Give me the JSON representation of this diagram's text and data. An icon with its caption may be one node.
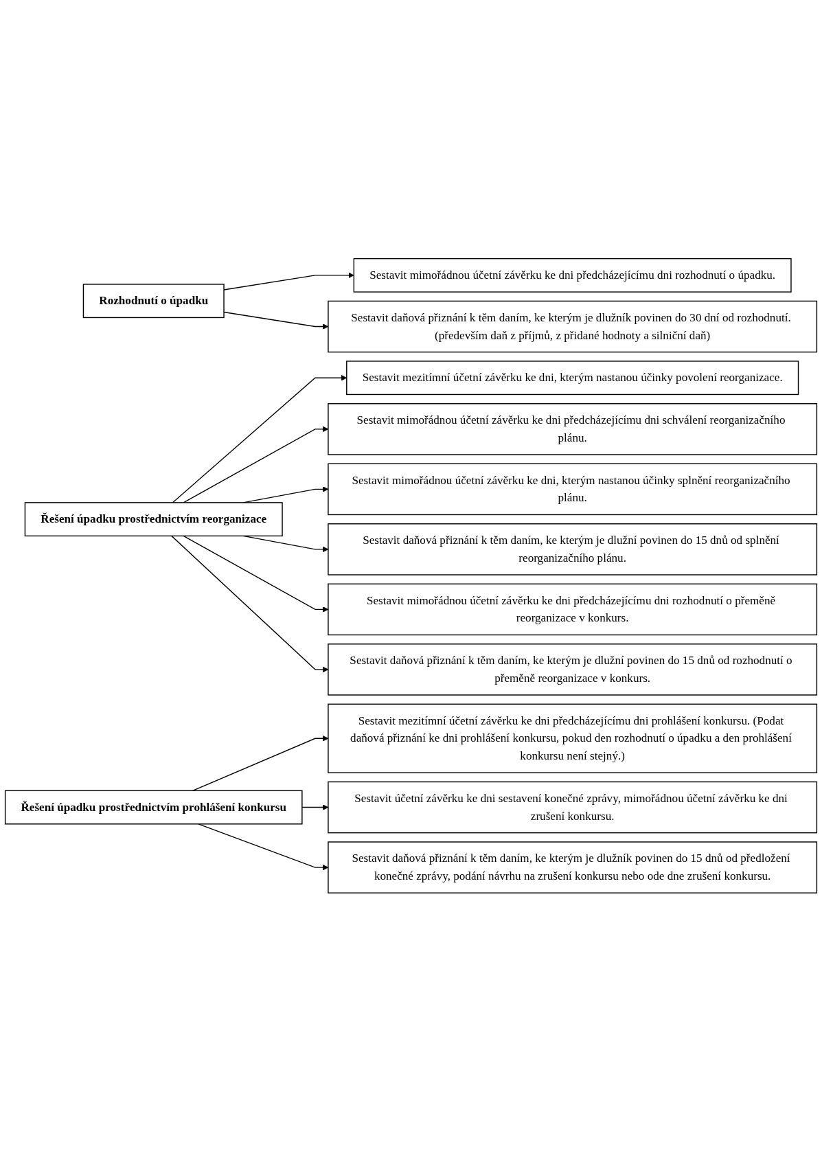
{
  "diagram": {
    "nodes": [
      {
        "text": [
          "Rozhodnutí o úpadku"
        ]
      },
      {
        "text": [
          "Sestavit mimořádnou účetní závěrku ke dni předcházejícímu dni rozhodnutí o úpadku."
        ]
      },
      {
        "text": [
          "Sestavit daňová přiznání k těm daním, ke kterým je dlužník povinen do 30 dní od rozhodnutí. (především daň z příjmů, z přidané hodnoty a silniční daň)"
        ]
      },
      {
        "text": [
          "Řešení úpadku prostřednictvím reorganizace"
        ]
      },
      {
        "text": [
          "Sestavit mezitímní účetní závěrku ke dni, kterým nastanou účinky povolení reorganizace."
        ]
      },
      {
        "text": [
          "Sestavit mimořádnou účetní závěrku ke dni předcházejícímu dni schválení reorganizačního plánu."
        ]
      },
      {
        "text": [
          "Sestavit mimořádnou účetní závěrku ke dni, kterým nastanou účinky splnění reorganizačního plánu."
        ]
      },
      {
        "text": [
          "Sestavit daňová přiznání k těm daním, ke kterým je dlužní povinen do 15 dnů od splnění reorganizačního plánu."
        ]
      },
      {
        "text": [
          "Sestavit mimořádnou účetní závěrku ke dni předcházejícímu dni rozhodnutí o přeměně reorganizace v konkurs."
        ]
      },
      {
        "text": [
          "Sestavit daňová přiznání k těm daním, ke kterým je dlužní povinen do 15 dnů od rozhodnutí o přeměně reorganizace v konkurs."
        ]
      },
      {
        "text": [
          "Řešení úpadku prostřednictvím prohlášení konkursu"
        ]
      },
      {
        "text": [
          "Sestavit mezitímní účetní závěrku ke dni předcházejícímu dni prohlášení konkursu. (Podat daňová přiznání ke dni prohlášení konkursu, pokud den rozhodnutí o úpadku a den prohlášení konkursu není stejný.)"
        ]
      },
      {
        "text": [
          "Sestavit účetní závěrku ke dni sestavení konečné zprávy, mimořádnou účetní závěrku ke dni zrušení konkursu."
        ]
      },
      {
        "text": [
          "Sestavit daňová přiznání k těm daním, ke kterým je dlužník povinen do 15 dnů od předložení konečné zprávy, podání návrhu na zrušení konkursu nebo ode dne zrušení konkursu."
        ]
      }
    ],
    "edges": [
      {
        "from": 0,
        "to": 1,
        "arrow": "to"
      },
      {
        "from": 0,
        "to": 2,
        "arrow": "to"
      },
      {
        "from": 3,
        "to": 4,
        "arrow": "to"
      },
      {
        "from": 3,
        "to": 5,
        "arrow": "to"
      },
      {
        "from": 3,
        "to": 6,
        "arrow": "to"
      },
      {
        "from": 3,
        "to": 7,
        "arrow": "to"
      },
      {
        "from": 3,
        "to": 8,
        "arrow": "to"
      },
      {
        "from": 3,
        "to": 9,
        "arrow": "to"
      },
      {
        "from": 10,
        "to": 11,
        "arrow": "to"
      },
      {
        "from": 10,
        "to": 12,
        "arrow": "to"
      },
      {
        "from": 10,
        "to": 13,
        "arrow": "to"
      }
    ]
  }
}
